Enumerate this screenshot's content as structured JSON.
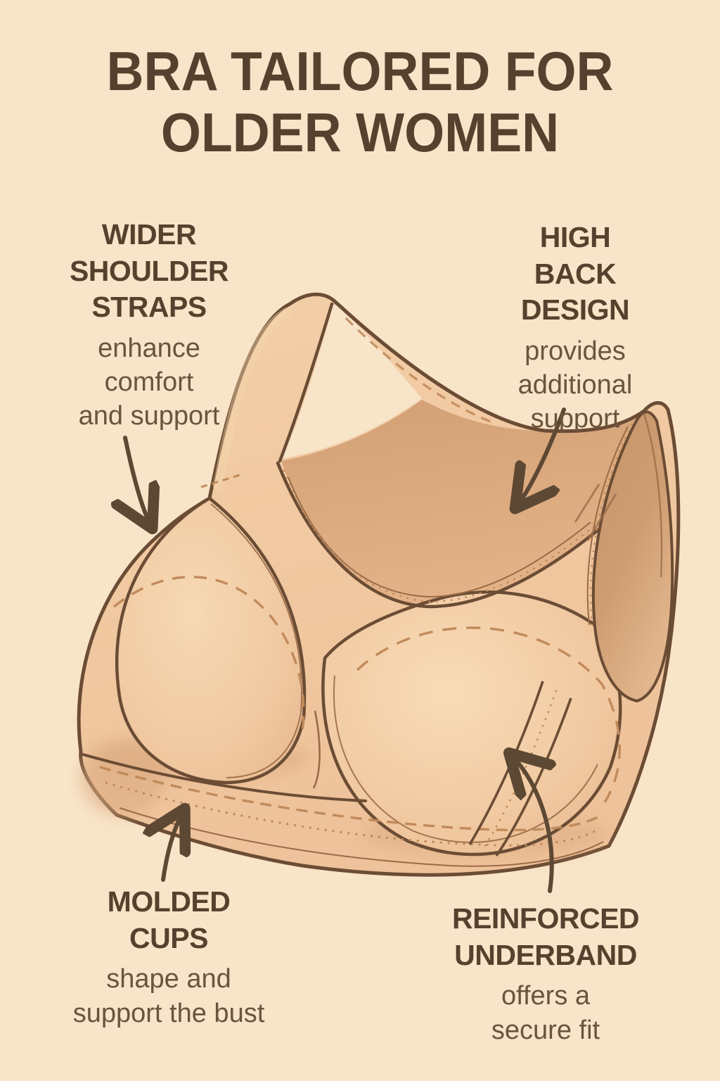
{
  "title": "BRA TAILORED FOR\nOLDER WOMEN",
  "callouts": {
    "wider_straps": {
      "heading": "WIDER\nSHOULDER\nSTRAPS",
      "desc": "enhance\ncomfort\nand support"
    },
    "high_back": {
      "heading": "HIGH BACK\nDESIGN",
      "desc": "provides\nadditional\nsupport"
    },
    "molded_cups": {
      "heading": "MOLDED\nCUPS",
      "desc": "shape and\nsupport the bust"
    },
    "reinforced_underband": {
      "heading": "REINFORCED\nUNDERBAND",
      "desc": "offers a\nsecure fit"
    }
  },
  "illustration": {
    "alt": "Line illustration of a beige full-coverage bra with wide shoulder straps, high back panel, molded cups and a reinforced underband"
  },
  "theme": {
    "bg": "#f8e4c8",
    "bra_fill": "#f0c8a0",
    "bra_inside": "#d9a87c",
    "bra_armhole": "#cf9d72",
    "cup_light": "#f6d9b5",
    "outline": "#6b4c34",
    "seam_thin": "#9b6b47",
    "stitch": "#c18a5a",
    "shadow": "#dcab81",
    "text_heading": "#55422e",
    "text_body": "#6b543c",
    "arrow": "#5d4833"
  }
}
